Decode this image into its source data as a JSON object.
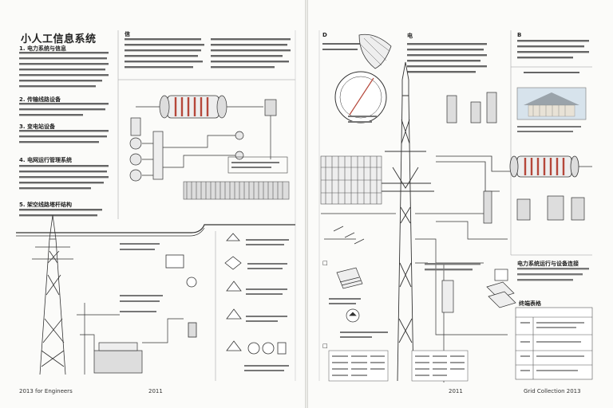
{
  "left_page": {
    "title": "小人工信息系统",
    "section_1_head": "1. 电力系统与信息",
    "section_2_head": "2. 传输线路设备",
    "section_3_head": "3. 变电站设备",
    "section_4_head": "4. 电网运行管理系统",
    "section_5_head": "5. 架空线路塔杆结构",
    "col2_marker": "信",
    "footer_left": "2013 for Engineers",
    "footer_center": "2011"
  },
  "right_page": {
    "marker_a": "D",
    "marker_b": "电",
    "marker_c": "B",
    "marker_d": "□",
    "marker_e": "□",
    "section_f_head": "电力系统运行与设备连接",
    "table_head": "终端表格",
    "footer_center": "2011",
    "footer_right": "Grid Collection 2013"
  },
  "colors": {
    "paper": "#fbfbf9",
    "ink": "#333333",
    "accent_red": "#b5473a"
  }
}
